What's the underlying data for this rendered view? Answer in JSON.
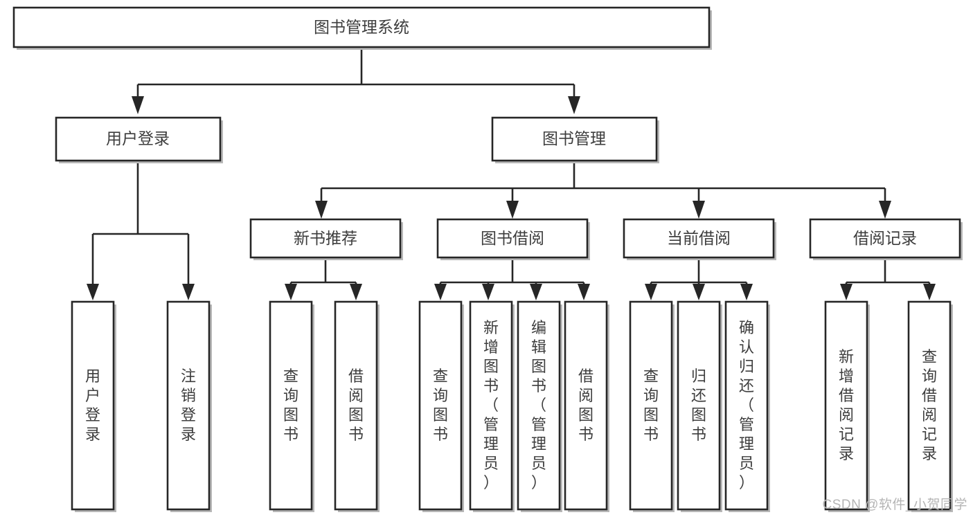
{
  "diagram": {
    "type": "tree",
    "orientation": "top-down",
    "root": {
      "id": "root",
      "label": "图书管理系统"
    },
    "level2": [
      {
        "id": "user-login",
        "label": "用户登录"
      },
      {
        "id": "book-manage",
        "label": "图书管理"
      }
    ],
    "level3": [
      {
        "id": "new-book-rec",
        "label": "新书推荐",
        "parent": "book-manage"
      },
      {
        "id": "book-borrow",
        "label": "图书借阅",
        "parent": "book-manage"
      },
      {
        "id": "current-borrow",
        "label": "当前借阅",
        "parent": "book-manage"
      },
      {
        "id": "borrow-record",
        "label": "借阅记录",
        "parent": "book-manage"
      }
    ],
    "leaves": [
      {
        "id": "leaf-user-login",
        "label": "用户登录",
        "parent": "user-login"
      },
      {
        "id": "leaf-logout-login",
        "label": "注销登录",
        "parent": "user-login"
      },
      {
        "id": "leaf-query-book-1",
        "label": "查询图书",
        "parent": "new-book-rec"
      },
      {
        "id": "leaf-borrow-book-1",
        "label": "借阅图书",
        "parent": "new-book-rec"
      },
      {
        "id": "leaf-query-book-2",
        "label": "查询图书",
        "parent": "book-borrow"
      },
      {
        "id": "leaf-add-book",
        "label": "新增图书（管理员）",
        "parent": "book-borrow"
      },
      {
        "id": "leaf-edit-book",
        "label": "编辑图书（管理员）",
        "parent": "book-borrow"
      },
      {
        "id": "leaf-borrow-book-2",
        "label": "借阅图书",
        "parent": "book-borrow"
      },
      {
        "id": "leaf-query-book-3",
        "label": "查询图书",
        "parent": "current-borrow"
      },
      {
        "id": "leaf-return-book",
        "label": "归还图书",
        "parent": "current-borrow"
      },
      {
        "id": "leaf-confirm-return",
        "label": "确认归还（管理员）",
        "parent": "current-borrow"
      },
      {
        "id": "leaf-add-record",
        "label": "新增借阅记录",
        "parent": "borrow-record"
      },
      {
        "id": "leaf-query-record",
        "label": "查询借阅记录",
        "parent": "borrow-record"
      }
    ],
    "colors": {
      "stroke": "#262626",
      "text": "#3d3d3d",
      "background": "#ffffff",
      "shadow": "#b8b8b8",
      "watermark": "#b5b5b5"
    }
  },
  "watermark": {
    "text": "CSDN @软件_小贺同学"
  }
}
